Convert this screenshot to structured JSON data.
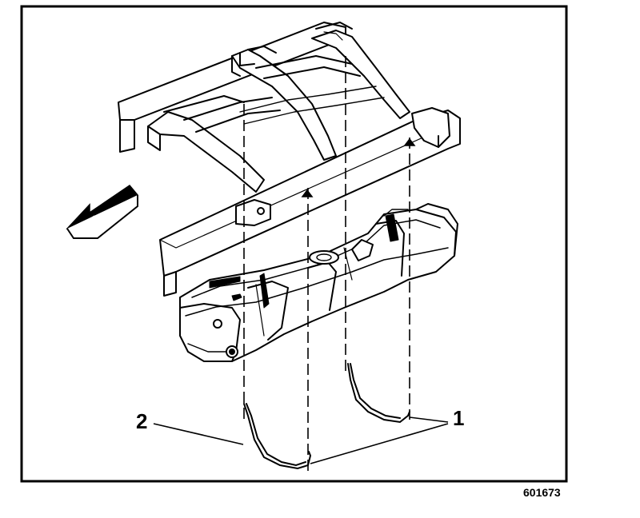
{
  "diagram": {
    "callouts": {
      "one": "1",
      "two": "2"
    },
    "figure_number": "601673",
    "icons": {
      "direction_arrow": "front-direction-arrow-icon",
      "frame": "vehicle-frame-illustration",
      "tank": "fuel-tank-illustration",
      "straps": "fuel-tank-strap-illustration"
    },
    "colors": {
      "ink": "#000000",
      "paper": "#ffffff"
    }
  }
}
